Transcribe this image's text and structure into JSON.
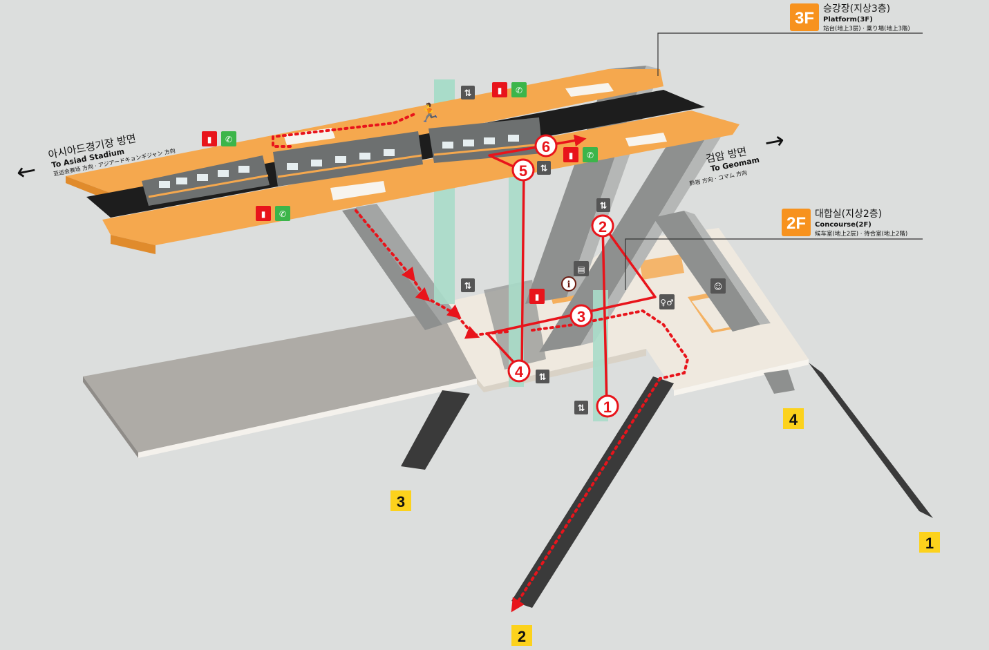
{
  "floors": {
    "f3": {
      "badge": "3F",
      "title_ko": "승강장(지상3층)",
      "title_en": "Platform(3F)",
      "title_cjk": "站台(地上3层) · 乗り場(地上3階)"
    },
    "f2": {
      "badge": "2F",
      "title_ko": "대합실(지상2층)",
      "title_en": "Concourse(2F)",
      "title_cjk": "候车室(地上2层) · 待合室(地上2階)"
    }
  },
  "directions": {
    "left": {
      "arrow": "←",
      "ko": "아시아드경기장 방면",
      "en": "To Asiad Stadium",
      "cjk": "亚运会赛场 方向 · アジアードキョンギジャン 方向"
    },
    "right": {
      "arrow": "→",
      "ko": "검암 방면",
      "en": "To Geomam",
      "cjk": "黔岩 方向 · コマム 方向"
    }
  },
  "steps": [
    "1",
    "2",
    "3",
    "4",
    "5",
    "6"
  ],
  "exits": [
    "1",
    "2",
    "3",
    "4"
  ],
  "colors": {
    "platform": "#f5a84e",
    "concourse": "#efe9df",
    "escalator": "#8e908f",
    "elevator_glass": "#a9dcc9",
    "route_red": "#e8141b",
    "badge_orange": "#f7921e",
    "exit_yellow": "#fcd21c",
    "track": "#1d1d1d"
  },
  "icons": [
    "elevator-icon",
    "fire-extinguisher-icon",
    "emergency-phone-icon",
    "info-icon",
    "restroom-icon",
    "nursing-room-icon",
    "ticket-machine-icon",
    "emergency-exit-icon"
  ]
}
